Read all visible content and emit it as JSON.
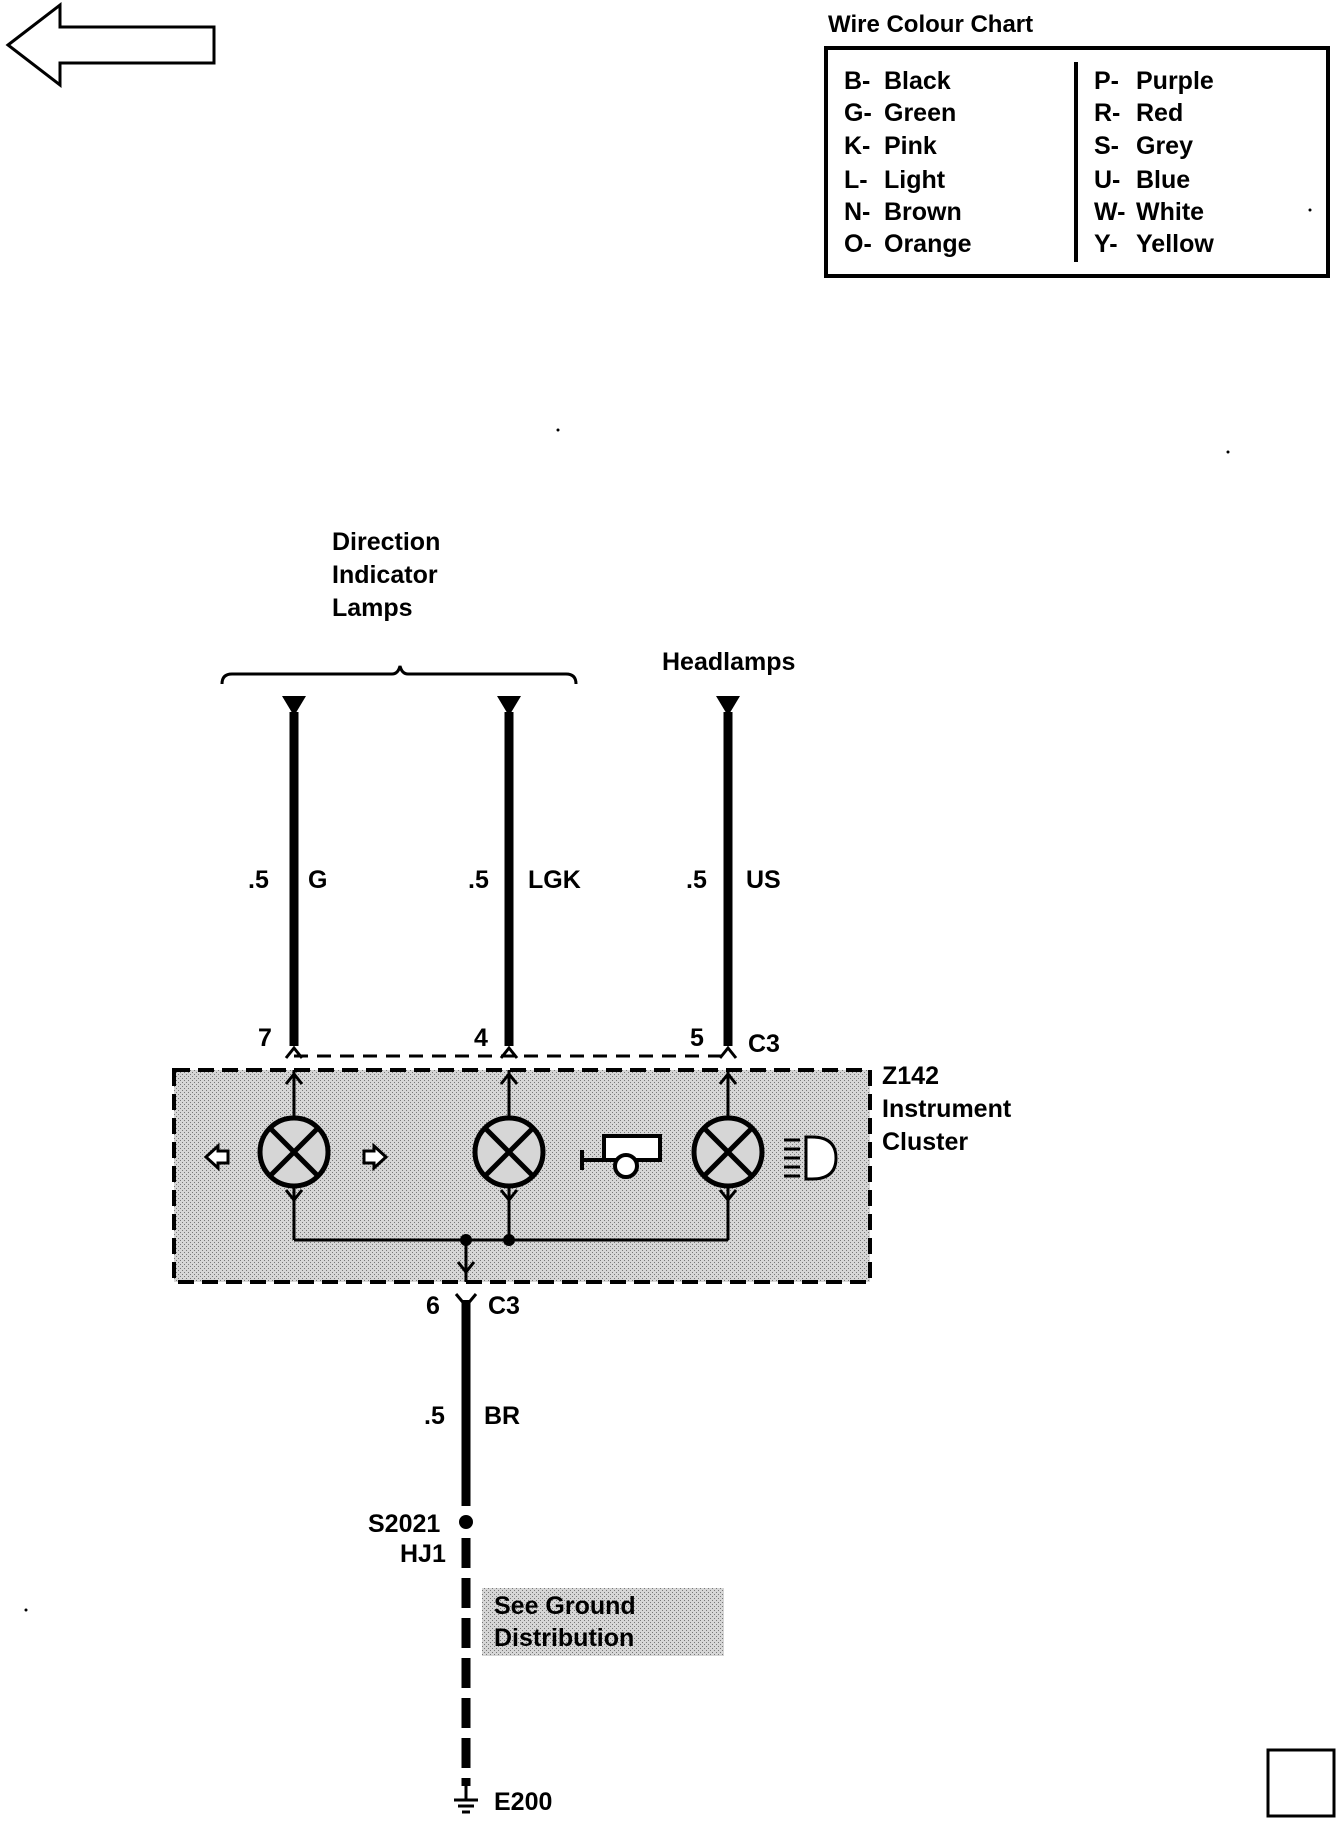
{
  "nav": {
    "back_arrow_icon": "left-arrow-icon"
  },
  "legend": {
    "title": "Wire Colour Chart",
    "left": [
      {
        "code": "B-",
        "name": "Black"
      },
      {
        "code": "G-",
        "name": "Green"
      },
      {
        "code": "K-",
        "name": "Pink"
      },
      {
        "code": "L-",
        "name": "Light"
      },
      {
        "code": "N-",
        "name": "Brown"
      },
      {
        "code": "O-",
        "name": "Orange"
      }
    ],
    "right": [
      {
        "code": "P-",
        "name": "Purple"
      },
      {
        "code": "R-",
        "name": "Red"
      },
      {
        "code": "S-",
        "name": "Grey"
      },
      {
        "code": "U-",
        "name": "Blue"
      },
      {
        "code": "W-",
        "name": "White"
      },
      {
        "code": "Y-",
        "name": "Yellow"
      }
    ]
  },
  "labels": {
    "direction_line1": "Direction",
    "direction_line2": "Indicator",
    "direction_line3": "Lamps",
    "headlamps": "Headlamps"
  },
  "wires": [
    {
      "size": ".5",
      "color": "G",
      "pin": "7"
    },
    {
      "size": ".5",
      "color": "LGK",
      "pin": "4"
    },
    {
      "size": ".5",
      "color": "US",
      "pin": "5"
    }
  ],
  "connector_top": "C3",
  "component": {
    "id": "Z142",
    "name_line1": "Instrument",
    "name_line2": "Cluster"
  },
  "ground_wire": {
    "pin": "6",
    "connector": "C3",
    "size": ".5",
    "color": "BR"
  },
  "splice": {
    "id": "S2021",
    "sub": "HJ1"
  },
  "note": {
    "line1": "See Ground",
    "line2": "Distribution"
  },
  "ground": {
    "id": "E200"
  }
}
